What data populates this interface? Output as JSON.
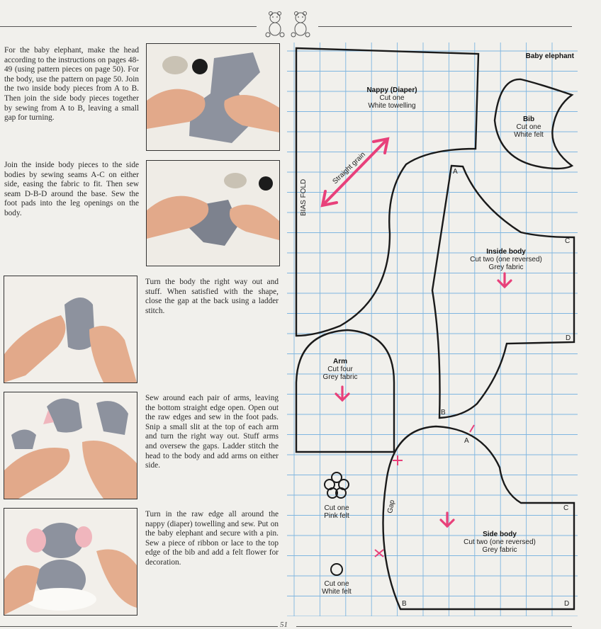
{
  "instructions": [
    "For the baby elephant, make the head according to the instructions on pages 48-49 (using pattern pieces on page 50). For the body, use the pattern on page 50. Join the two inside body pieces from A to B. Then join the side body pieces together by sewing from A to B, leaving a small gap for turning.",
    "Join the inside body pieces to the side bodies by sewing seams A-C on either side, easing the fabric to fit. Then sew seam D-B-D around the base. Sew the foot pads into the leg openings on the body.",
    "Turn the body the right way out and stuff. When satisfied with the shape, close the gap at the back using a ladder stitch.",
    "Sew around each pair of arms, leaving the bottom straight edge open. Open out the raw edges and sew in the foot pads. Snip a small slit at the top of each arm and turn the right way out. Stuff arms and oversew the gaps. Ladder stitch the head to the body and add arms on either side.",
    "Turn in the raw edge all around the nappy (diaper) towelling and sew. Put on the baby elephant and secure with a pin. Sew a piece of ribbon or lace to the top edge of the bib and add a felt flower for decoration."
  ],
  "pattern": {
    "title": "Baby elephant",
    "bias_fold": "BIAS FOLD",
    "straight_grain": "Straight grain",
    "gap": "Gap",
    "pieces": {
      "nappy": {
        "name": "Nappy (Diaper)",
        "cut": "Cut one",
        "material": "White towelling"
      },
      "bib": {
        "name": "Bib",
        "cut": "Cut one",
        "material": "White felt"
      },
      "inside_body": {
        "name": "Inside body",
        "cut": "Cut two (one reversed)",
        "material": "Grey fabric"
      },
      "arm": {
        "name": "Arm",
        "cut": "Cut four",
        "material": "Grey fabric"
      },
      "side_body": {
        "name": "Side body",
        "cut": "Cut two (one reversed)",
        "material": "Grey fabric"
      },
      "flower": {
        "cut": "Cut one",
        "material": "Pink felt"
      },
      "circle": {
        "cut": "Cut one",
        "material": "White felt"
      }
    },
    "markers": {
      "a": "A",
      "b": "B",
      "c": "C",
      "d": "D"
    }
  },
  "page_number": "51",
  "colors": {
    "grid": "#7fb6e0",
    "arrow": "#e8407a",
    "outline": "#1a1a1a"
  }
}
